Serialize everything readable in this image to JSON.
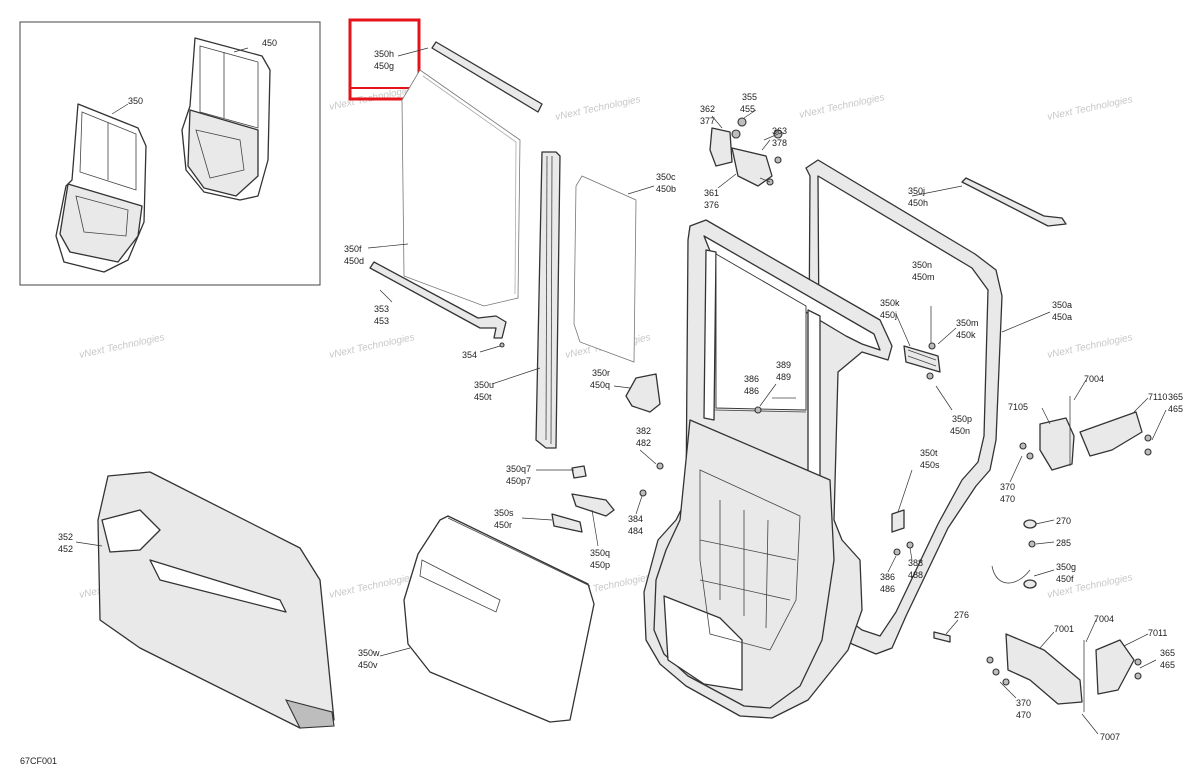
{
  "diagram_code": "67CF001",
  "watermark": "vNext Technologies",
  "inset_labels": [
    "450",
    "350"
  ],
  "highlight_labels": [
    "350h",
    "450g"
  ],
  "callouts": {
    "c350f": [
      "350f",
      "450d"
    ],
    "c353": [
      "353",
      "453"
    ],
    "c354": [
      "354"
    ],
    "c350u": [
      "350u",
      "450t"
    ],
    "c350c": [
      "350c",
      "450b"
    ],
    "c362": [
      "362",
      "377"
    ],
    "c355": [
      "355",
      "455"
    ],
    "c363": [
      "363",
      "378"
    ],
    "c361": [
      "361",
      "376"
    ],
    "c350j": [
      "350j",
      "450h"
    ],
    "c350n": [
      "350n",
      "450m"
    ],
    "c350k": [
      "350k",
      "450j"
    ],
    "c350m": [
      "350m",
      "450k"
    ],
    "c350a": [
      "350a",
      "450a"
    ],
    "c389": [
      "389",
      "489"
    ],
    "c386a": [
      "386",
      "486"
    ],
    "c350r": [
      "350r",
      "450q"
    ],
    "c350p": [
      "350p",
      "450n"
    ],
    "c382": [
      "382",
      "482"
    ],
    "c350q7": [
      "350q7",
      "450p7"
    ],
    "c350s": [
      "350s",
      "450r"
    ],
    "c384": [
      "384",
      "484"
    ],
    "c350q": [
      "350q",
      "450p"
    ],
    "c350t": [
      "350t",
      "450s"
    ],
    "c386b": [
      "386",
      "486"
    ],
    "c388": [
      "388",
      "488"
    ],
    "c7004a": [
      "7004"
    ],
    "c7105": [
      "7105"
    ],
    "c7110": [
      "7110"
    ],
    "c365a": [
      "365",
      "465"
    ],
    "c370a": [
      "370",
      "470"
    ],
    "c270": [
      "270"
    ],
    "c285": [
      "285"
    ],
    "c350g": [
      "350g",
      "450f"
    ],
    "c276": [
      "276"
    ],
    "c7001": [
      "7001"
    ],
    "c7004b": [
      "7004"
    ],
    "c7011": [
      "7011"
    ],
    "c365b": [
      "365",
      "465"
    ],
    "c370b": [
      "370",
      "470"
    ],
    "c7007": [
      "7007"
    ],
    "c352": [
      "352",
      "452"
    ],
    "c350w": [
      "350w",
      "450v"
    ]
  }
}
